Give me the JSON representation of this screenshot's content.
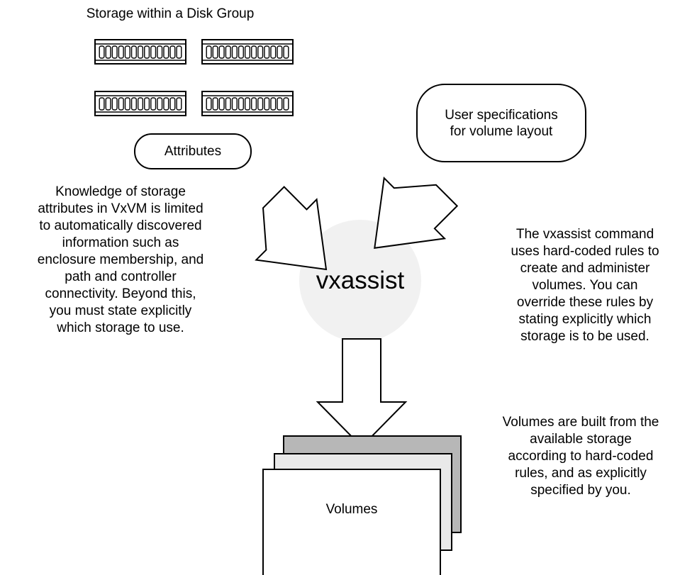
{
  "diagram": {
    "title": "Storage within a Disk Group",
    "attributes_label": "Attributes",
    "user_spec_lines": [
      "User specifications",
      "for volume layout"
    ],
    "hub_label": "vxassist",
    "volumes_label": "Volumes",
    "left_note_lines": [
      "Knowledge of storage",
      "attributes in VxVM is limited",
      "to automatically discovered",
      "information such as",
      "enclosure membership, and",
      "path and controller",
      "connectivity. Beyond this,",
      "you must state explicitly",
      "which storage to use."
    ],
    "right_note_lines": [
      "The vxassist command",
      "uses hard-coded rules to",
      "create and administer",
      "volumes. You can",
      "override these rules by",
      "stating explicitly which",
      "storage is to be used."
    ],
    "bottom_note_lines": [
      "Volumes are built from the",
      "available storage",
      "according to hard-coded",
      "rules, and as explicitly",
      "specified by you."
    ],
    "disk_enclosures": [
      "enclosure-1",
      "enclosure-2",
      "enclosure-3",
      "enclosure-4"
    ],
    "colors": {
      "hub_fill": "#f1f1f1",
      "volume_back": "#b7b7b7",
      "volume_mid": "#e9e9e9",
      "volume_front": "#ffffff",
      "line": "#000000"
    }
  }
}
